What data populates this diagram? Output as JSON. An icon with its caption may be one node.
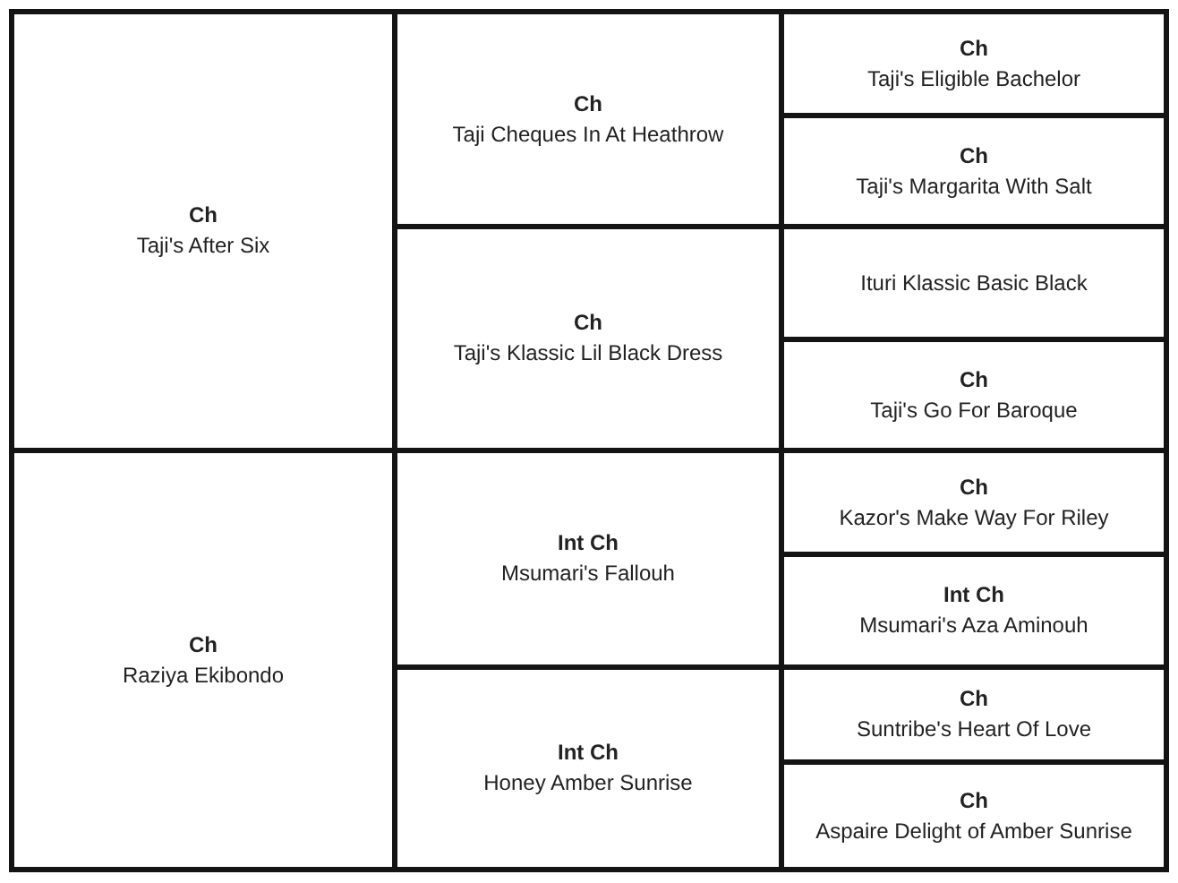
{
  "diagram": {
    "nodes": [
      {
        "text": [
          "Ch",
          "Taji's After Six"
        ]
      },
      {
        "text": [
          "Ch",
          "Taji Cheques In At Heathrow"
        ]
      },
      {
        "text": [
          "Ch",
          "Taji's Eligible Bachelor"
        ]
      },
      {
        "text": [
          "Ch",
          "Taji's Margarita With Salt"
        ]
      },
      {
        "text": [
          "Ch",
          "Taji's Klassic Lil Black Dress"
        ]
      },
      {
        "text": [
          "Ituri Klassic Basic Black"
        ]
      },
      {
        "text": [
          "Ch",
          "Taji's Go For Baroque"
        ]
      },
      {
        "text": [
          "Ch",
          "Raziya Ekibondo"
        ]
      },
      {
        "text": [
          "Int Ch",
          "Msumari's Fallouh"
        ]
      },
      {
        "text": [
          "Ch",
          "Kazor's Make Way For Riley"
        ]
      },
      {
        "text": [
          "Int Ch",
          "Msumari's Aza Aminouh"
        ]
      },
      {
        "text": [
          "Int Ch",
          "Honey Amber Sunrise"
        ]
      },
      {
        "text": [
          "Ch",
          "Suntribe's Heart Of Love"
        ]
      },
      {
        "text": [
          "Ch",
          "Aspaire Delight of Amber Sunrise"
        ]
      }
    ]
  }
}
